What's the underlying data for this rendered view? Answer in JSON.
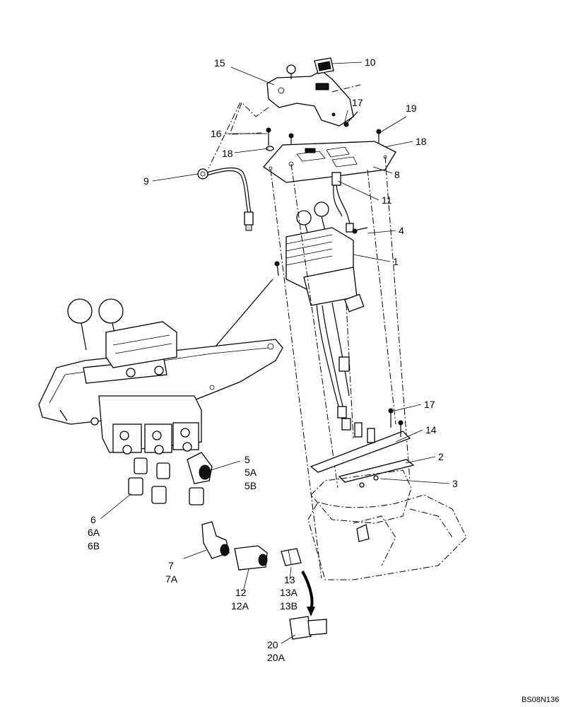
{
  "callouts": {
    "c1": "1",
    "c2": "2",
    "c3": "3",
    "c4": "4",
    "c5": "5",
    "c5a": "5A",
    "c5b": "5B",
    "c6": "6",
    "c6a": "6A",
    "c6b": "6B",
    "c7": "7",
    "c7a": "7A",
    "c8": "8",
    "c9": "9",
    "c10": "10",
    "c11": "11",
    "c12": "12",
    "c12a": "12A",
    "c13": "13",
    "c13a": "13A",
    "c13b": "13B",
    "c14": "14",
    "c15": "15",
    "c16": "16",
    "c17_top": "17",
    "c17_bottom": "17",
    "c18_left": "18",
    "c18_right": "18",
    "c19": "19",
    "c20": "20",
    "c20a": "20A"
  },
  "drawing_code": "BS08N136"
}
